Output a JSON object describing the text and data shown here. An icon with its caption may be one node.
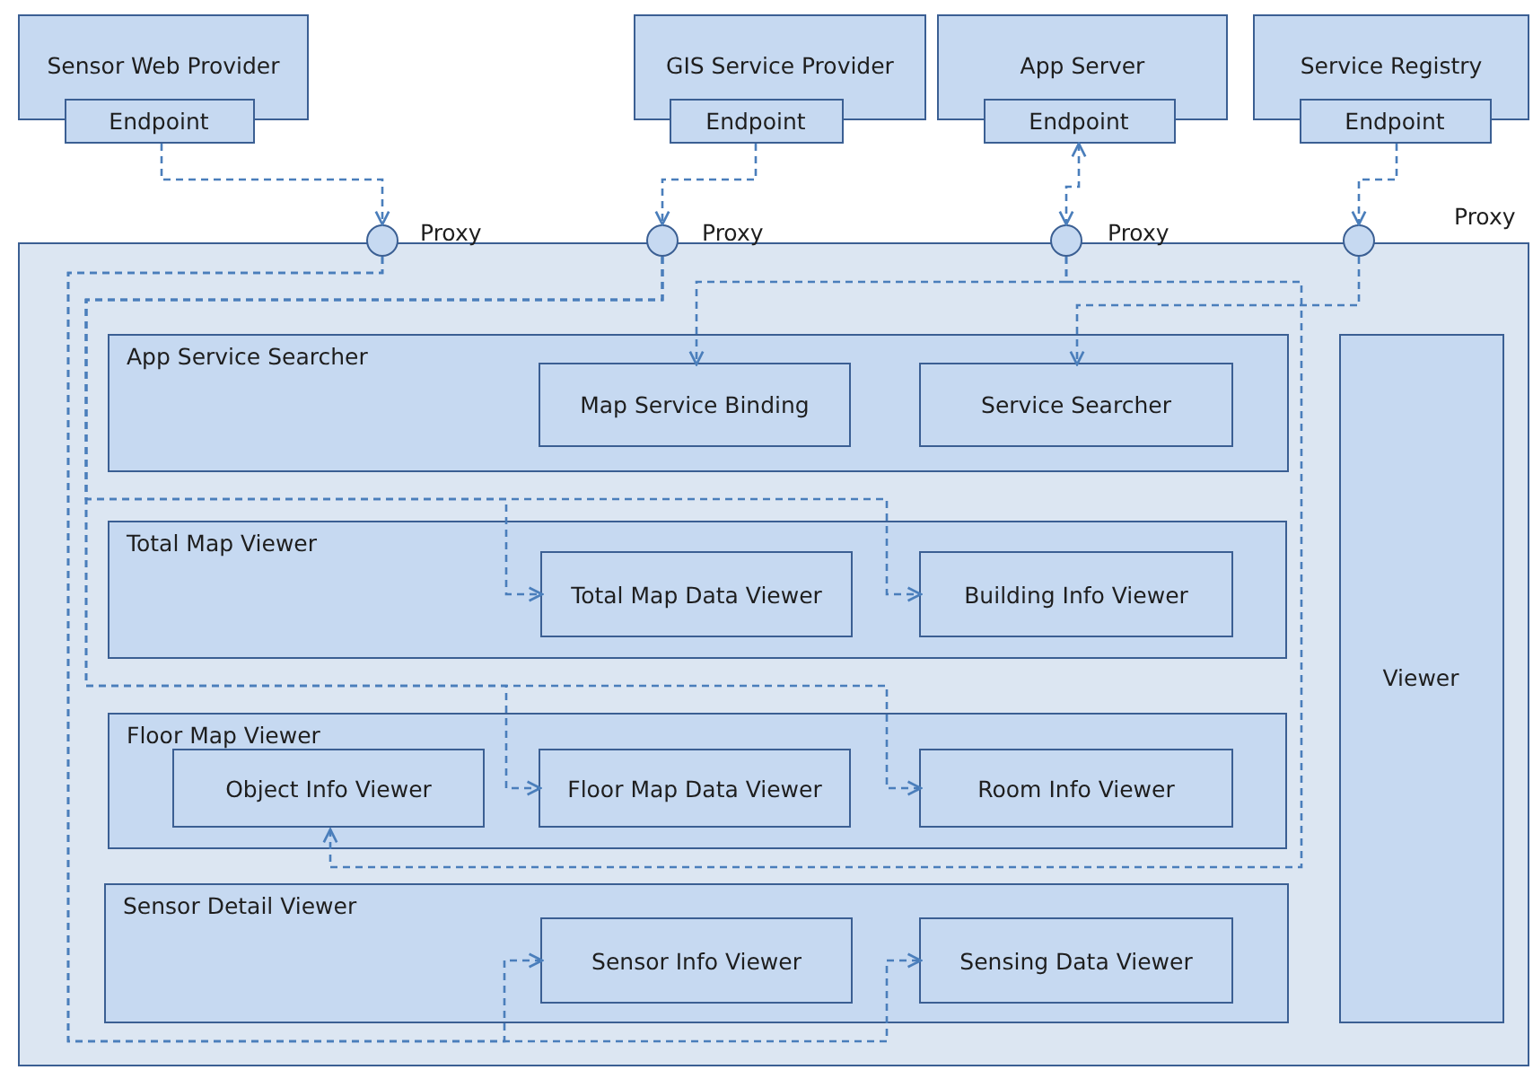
{
  "diagram": {
    "nodes": [
      {
        "text": [
          "Sensor Web Provider"
        ]
      },
      {
        "text": [
          "Endpoint"
        ]
      },
      {
        "text": [
          "GIS Service Provider"
        ]
      },
      {
        "text": [
          "Endpoint"
        ]
      },
      {
        "text": [
          "App Server"
        ]
      },
      {
        "text": [
          "Endpoint"
        ]
      },
      {
        "text": [
          "Service Registry"
        ]
      },
      {
        "text": [
          "Endpoint"
        ]
      },
      {
        "text": [],
        "shape": "box"
      },
      {
        "text": [],
        "shape": "circle",
        "beside": [
          "Proxy"
        ]
      },
      {
        "text": [],
        "shape": "circle",
        "beside": [
          "Proxy"
        ]
      },
      {
        "text": [],
        "shape": "circle",
        "beside": [
          "Proxy"
        ]
      },
      {
        "text": [],
        "shape": "circle",
        "beside": [
          "Proxy"
        ]
      },
      {
        "text": [
          "App Service Searcher"
        ],
        "in": 8
      },
      {
        "text": [
          "Map Service Binding"
        ],
        "in": 13
      },
      {
        "text": [
          "Service Searcher"
        ],
        "in": 13
      },
      {
        "text": [
          "Total Map Viewer"
        ],
        "in": 8
      },
      {
        "text": [
          "Total Map Data Viewer"
        ],
        "in": 16
      },
      {
        "text": [
          "Building Info Viewer"
        ],
        "in": 16
      },
      {
        "text": [
          "Floor Map Viewer"
        ],
        "in": 8
      },
      {
        "text": [
          "Object Info Viewer"
        ],
        "in": 19
      },
      {
        "text": [
          "Floor Map Data Viewer"
        ],
        "in": 19
      },
      {
        "text": [
          "Room Info Viewer"
        ],
        "in": 19
      },
      {
        "text": [
          "Sensor Detail Viewer"
        ],
        "in": 8
      },
      {
        "text": [
          "Sensor Info Viewer"
        ],
        "in": 23
      },
      {
        "text": [
          "Sensing Data Viewer"
        ],
        "in": 23
      },
      {
        "text": [
          "Viewer"
        ],
        "in": 8
      }
    ],
    "edges": [
      {
        "from": 1,
        "to": 9,
        "arrow": "to",
        "style": "dashed"
      },
      {
        "from": 3,
        "to": 10,
        "arrow": "to",
        "style": "dashed"
      },
      {
        "from": 5,
        "to": 11,
        "arrow": "both",
        "style": "dashed"
      },
      {
        "from": 7,
        "to": 12,
        "arrow": "to",
        "style": "dashed"
      },
      {
        "from": 9,
        "to": 24,
        "arrow": "to",
        "style": "dashed"
      },
      {
        "from": 9,
        "to": 25,
        "arrow": "to",
        "style": "dashed"
      },
      {
        "from": 10,
        "to": 17,
        "arrow": "to",
        "style": "dashed"
      },
      {
        "from": 10,
        "to": 18,
        "arrow": "to",
        "style": "dashed"
      },
      {
        "from": 10,
        "to": 21,
        "arrow": "to",
        "style": "dashed"
      },
      {
        "from": 10,
        "to": 22,
        "arrow": "to",
        "style": "dashed"
      },
      {
        "from": 11,
        "to": 14,
        "arrow": "to",
        "style": "dashed"
      },
      {
        "from": 11,
        "to": 20,
        "arrow": "to",
        "style": "dashed"
      },
      {
        "from": 12,
        "to": 15,
        "arrow": "to",
        "style": "dashed"
      }
    ]
  }
}
